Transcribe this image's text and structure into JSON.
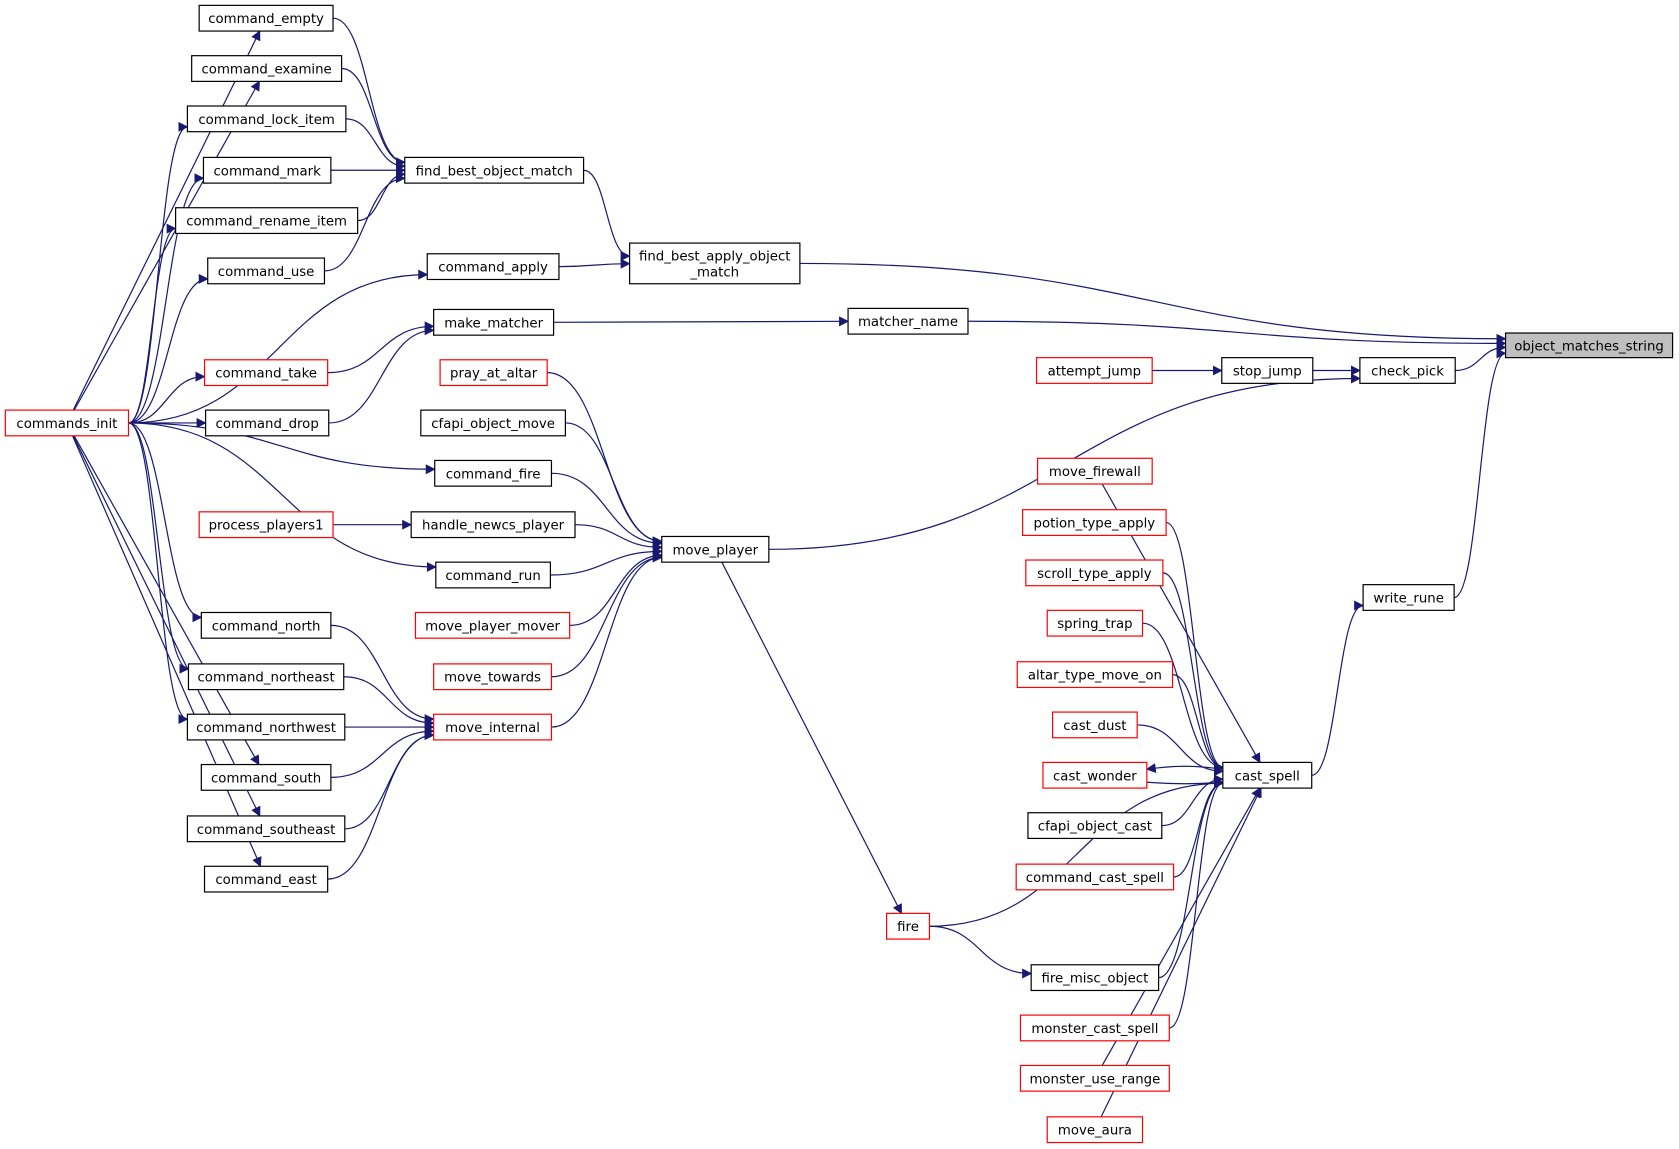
{
  "graph": {
    "nodes": [
      {
        "id": "object_matches_string",
        "label": "object_matches_string",
        "style": "root"
      },
      {
        "id": "find_best_apply_object_match",
        "label": "find_best_apply_object_match",
        "lines": [
          "find_best_apply_object",
          "_match"
        ],
        "style": "black"
      },
      {
        "id": "command_apply",
        "label": "command_apply",
        "style": "black"
      },
      {
        "id": "commands_init",
        "label": "commands_init",
        "style": "red"
      },
      {
        "id": "find_best_object_match",
        "label": "find_best_object_match",
        "style": "black"
      },
      {
        "id": "command_empty",
        "label": "command_empty",
        "style": "black"
      },
      {
        "id": "command_examine",
        "label": "command_examine",
        "style": "black"
      },
      {
        "id": "command_lock_item",
        "label": "command_lock_item",
        "style": "black"
      },
      {
        "id": "command_mark",
        "label": "command_mark",
        "style": "black"
      },
      {
        "id": "command_rename_item",
        "label": "command_rename_item",
        "style": "black"
      },
      {
        "id": "command_use",
        "label": "command_use",
        "style": "black"
      },
      {
        "id": "matcher_name",
        "label": "matcher_name",
        "style": "black"
      },
      {
        "id": "make_matcher",
        "label": "make_matcher",
        "style": "black"
      },
      {
        "id": "command_take",
        "label": "command_take",
        "style": "red"
      },
      {
        "id": "command_drop",
        "label": "command_drop",
        "style": "black"
      },
      {
        "id": "check_pick",
        "label": "check_pick",
        "style": "black"
      },
      {
        "id": "stop_jump",
        "label": "stop_jump",
        "style": "black"
      },
      {
        "id": "attempt_jump",
        "label": "attempt_jump",
        "style": "red"
      },
      {
        "id": "move_player",
        "label": "move_player",
        "style": "black"
      },
      {
        "id": "pray_at_altar",
        "label": "pray_at_altar",
        "style": "red"
      },
      {
        "id": "cfapi_object_move",
        "label": "cfapi_object_move",
        "style": "black"
      },
      {
        "id": "command_fire",
        "label": "command_fire",
        "style": "black"
      },
      {
        "id": "handle_newcs_player",
        "label": "handle_newcs_player",
        "style": "black"
      },
      {
        "id": "process_players1",
        "label": "process_players1",
        "style": "red"
      },
      {
        "id": "command_run",
        "label": "command_run",
        "style": "black"
      },
      {
        "id": "move_player_mover",
        "label": "move_player_mover",
        "style": "red"
      },
      {
        "id": "move_towards",
        "label": "move_towards",
        "style": "red"
      },
      {
        "id": "move_internal",
        "label": "move_internal",
        "style": "red"
      },
      {
        "id": "command_north",
        "label": "command_north",
        "style": "black"
      },
      {
        "id": "command_northeast",
        "label": "command_northeast",
        "style": "black"
      },
      {
        "id": "command_northwest",
        "label": "command_northwest",
        "style": "black"
      },
      {
        "id": "command_south",
        "label": "command_south",
        "style": "black"
      },
      {
        "id": "command_southeast",
        "label": "command_southeast",
        "style": "black"
      },
      {
        "id": "command_east",
        "label": "command_east",
        "style": "black"
      },
      {
        "id": "write_rune",
        "label": "write_rune",
        "style": "black"
      },
      {
        "id": "cast_spell",
        "label": "cast_spell",
        "style": "black"
      },
      {
        "id": "move_firewall",
        "label": "move_firewall",
        "style": "red"
      },
      {
        "id": "potion_type_apply",
        "label": "potion_type_apply",
        "style": "red"
      },
      {
        "id": "scroll_type_apply",
        "label": "scroll_type_apply",
        "style": "red"
      },
      {
        "id": "spring_trap",
        "label": "spring_trap",
        "style": "red"
      },
      {
        "id": "altar_type_move_on",
        "label": "altar_type_move_on",
        "style": "red"
      },
      {
        "id": "cast_dust",
        "label": "cast_dust",
        "style": "red"
      },
      {
        "id": "cast_wonder",
        "label": "cast_wonder",
        "style": "red"
      },
      {
        "id": "cfapi_object_cast",
        "label": "cfapi_object_cast",
        "style": "black"
      },
      {
        "id": "command_cast_spell",
        "label": "command_cast_spell",
        "style": "red"
      },
      {
        "id": "fire",
        "label": "fire",
        "style": "red"
      },
      {
        "id": "fire_misc_object",
        "label": "fire_misc_object",
        "style": "black"
      },
      {
        "id": "monster_cast_spell",
        "label": "monster_cast_spell",
        "style": "red"
      },
      {
        "id": "monster_use_range",
        "label": "monster_use_range",
        "style": "red"
      },
      {
        "id": "move_aura",
        "label": "move_aura",
        "style": "red"
      }
    ],
    "edges": [
      {
        "from": "find_best_apply_object_match",
        "to": "object_matches_string"
      },
      {
        "from": "matcher_name",
        "to": "object_matches_string"
      },
      {
        "from": "check_pick",
        "to": "object_matches_string"
      },
      {
        "from": "write_rune",
        "to": "object_matches_string"
      },
      {
        "from": "command_apply",
        "to": "find_best_apply_object_match"
      },
      {
        "from": "find_best_object_match",
        "to": "find_best_apply_object_match"
      },
      {
        "from": "commands_init",
        "to": "command_apply"
      },
      {
        "from": "command_empty",
        "to": "find_best_object_match"
      },
      {
        "from": "command_examine",
        "to": "find_best_object_match"
      },
      {
        "from": "command_lock_item",
        "to": "find_best_object_match"
      },
      {
        "from": "command_mark",
        "to": "find_best_object_match"
      },
      {
        "from": "command_rename_item",
        "to": "find_best_object_match"
      },
      {
        "from": "command_use",
        "to": "find_best_object_match"
      },
      {
        "from": "commands_init",
        "to": "command_empty"
      },
      {
        "from": "commands_init",
        "to": "command_examine"
      },
      {
        "from": "commands_init",
        "to": "command_lock_item"
      },
      {
        "from": "commands_init",
        "to": "command_mark"
      },
      {
        "from": "commands_init",
        "to": "command_rename_item"
      },
      {
        "from": "commands_init",
        "to": "command_use"
      },
      {
        "from": "make_matcher",
        "to": "matcher_name"
      },
      {
        "from": "command_take",
        "to": "make_matcher"
      },
      {
        "from": "command_drop",
        "to": "make_matcher"
      },
      {
        "from": "commands_init",
        "to": "command_take"
      },
      {
        "from": "commands_init",
        "to": "command_drop"
      },
      {
        "from": "stop_jump",
        "to": "check_pick"
      },
      {
        "from": "move_player",
        "to": "check_pick"
      },
      {
        "from": "attempt_jump",
        "to": "stop_jump"
      },
      {
        "from": "pray_at_altar",
        "to": "move_player"
      },
      {
        "from": "cfapi_object_move",
        "to": "move_player"
      },
      {
        "from": "command_fire",
        "to": "move_player"
      },
      {
        "from": "handle_newcs_player",
        "to": "move_player"
      },
      {
        "from": "command_run",
        "to": "move_player"
      },
      {
        "from": "move_player_mover",
        "to": "move_player"
      },
      {
        "from": "move_towards",
        "to": "move_player"
      },
      {
        "from": "move_internal",
        "to": "move_player"
      },
      {
        "from": "commands_init",
        "to": "command_fire"
      },
      {
        "from": "process_players1",
        "to": "handle_newcs_player"
      },
      {
        "from": "commands_init",
        "to": "command_run"
      },
      {
        "from": "command_north",
        "to": "move_internal"
      },
      {
        "from": "command_northeast",
        "to": "move_internal"
      },
      {
        "from": "command_northwest",
        "to": "move_internal"
      },
      {
        "from": "command_south",
        "to": "move_internal"
      },
      {
        "from": "command_southeast",
        "to": "move_internal"
      },
      {
        "from": "command_east",
        "to": "move_internal"
      },
      {
        "from": "commands_init",
        "to": "command_north"
      },
      {
        "from": "commands_init",
        "to": "command_northeast"
      },
      {
        "from": "commands_init",
        "to": "command_northwest"
      },
      {
        "from": "commands_init",
        "to": "command_south"
      },
      {
        "from": "commands_init",
        "to": "command_southeast"
      },
      {
        "from": "commands_init",
        "to": "command_east"
      },
      {
        "from": "move_player",
        "to": "fire"
      },
      {
        "from": "cast_spell",
        "to": "write_rune"
      },
      {
        "from": "move_firewall",
        "to": "cast_spell"
      },
      {
        "from": "potion_type_apply",
        "to": "cast_spell"
      },
      {
        "from": "scroll_type_apply",
        "to": "cast_spell"
      },
      {
        "from": "spring_trap",
        "to": "cast_spell"
      },
      {
        "from": "altar_type_move_on",
        "to": "cast_spell"
      },
      {
        "from": "cast_dust",
        "to": "cast_spell"
      },
      {
        "from": "cast_wonder",
        "to": "cast_spell"
      },
      {
        "from": "cast_spell",
        "to": "cast_wonder"
      },
      {
        "from": "cfapi_object_cast",
        "to": "cast_spell"
      },
      {
        "from": "command_cast_spell",
        "to": "cast_spell"
      },
      {
        "from": "fire",
        "to": "cast_spell"
      },
      {
        "from": "fire_misc_object",
        "to": "cast_spell"
      },
      {
        "from": "fire",
        "to": "fire_misc_object"
      },
      {
        "from": "monster_cast_spell",
        "to": "cast_spell"
      },
      {
        "from": "monster_use_range",
        "to": "cast_spell"
      },
      {
        "from": "move_aura",
        "to": "cast_spell"
      }
    ]
  },
  "colors": {
    "edge": "#191970",
    "border_default": "#000000",
    "border_red": "#ff0000",
    "root_fill": "#bfbfbf"
  }
}
